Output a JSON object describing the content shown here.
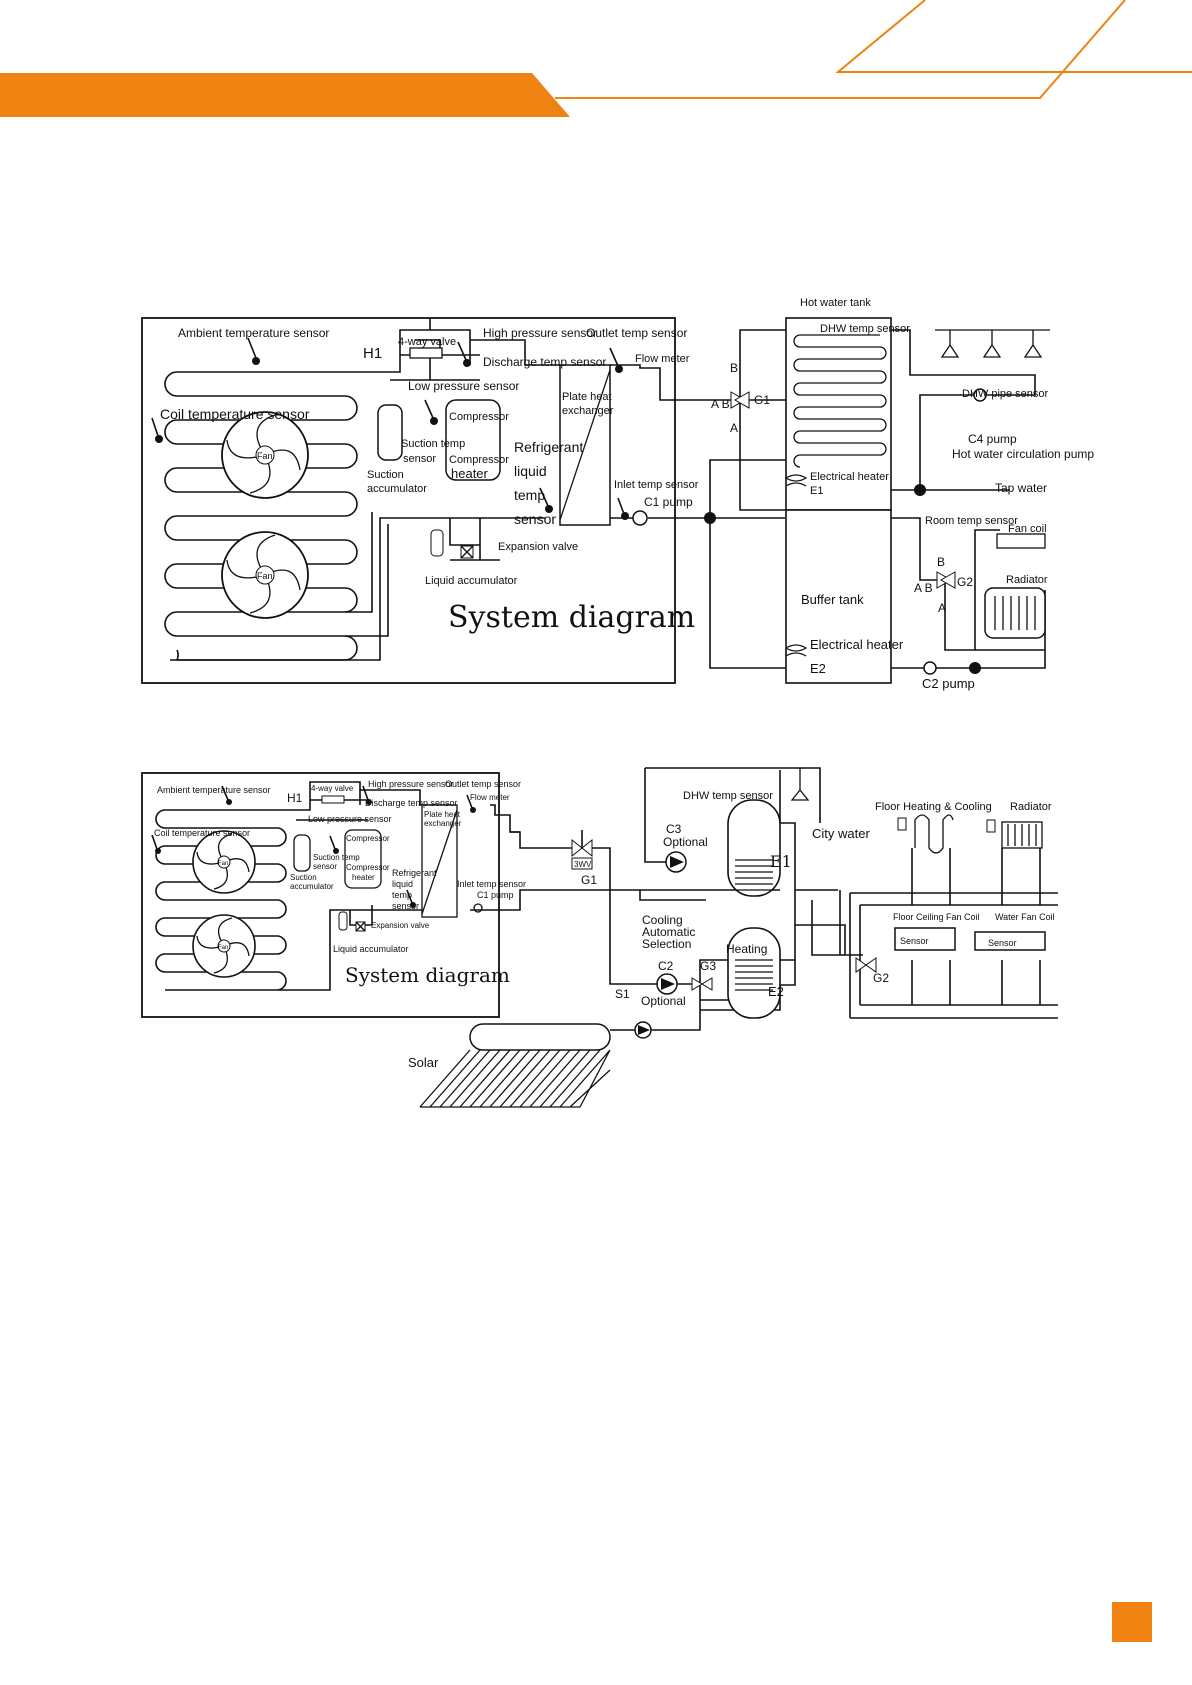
{
  "colors": {
    "accent": "#ef8210",
    "line": "#111111"
  },
  "diagram1": {
    "title": "System diagram",
    "labels": {
      "ambient": "Ambient temperature sensor",
      "h1": "H1",
      "four_way": "4-way valve",
      "high_pressure": "High pressure sensor",
      "outlet_temp": "Outlet temp sensor",
      "discharge": "Discharge temp sensor",
      "flow_meter": "Flow meter",
      "low_pressure": "Low pressure sensor",
      "coil_temp": "Coil temperature sensor",
      "compressor": "Compressor",
      "compressor_heater_1": "Compressor",
      "compressor_heater_2": "heater",
      "suction_temp_1": "Suction temp",
      "suction_temp_2": "sensor",
      "suction_acc_1": "Suction",
      "suction_acc_2": "accumulator",
      "plate_hx_1": "Plate heat",
      "plate_hx_2": "exchanger",
      "refrigerant_1": "Refrigerant",
      "refrigerant_2": "liquid",
      "refrigerant_3": "temp",
      "refrigerant_4": "sensor",
      "inlet_temp": "Inlet temp sensor",
      "c1_pump": "C1 pump",
      "expansion_valve": "Expansion valve",
      "liquid_acc": "Liquid accumulator",
      "fan": "Fan",
      "hot_water_tank": "Hot water tank",
      "dhw_temp": "DHW temp sensor",
      "b": "B",
      "ab": "A B",
      "g1": "G1",
      "a": "A",
      "dhw_pipe": "DHW pipe sensor",
      "c4_pump": "C4 pump",
      "hw_circ_pump": "Hot water circulation pump",
      "elec_heater_1": "Electrical heater",
      "e1": "E1",
      "tap_water": "Tap water",
      "room_temp": "Room temp sensor",
      "fan_coil": "Fan coil",
      "g2": "G2",
      "radiator": "Radiator",
      "buffer_tank": "Buffer tank",
      "elec_heater_2": "Electrical heater",
      "e2": "E2",
      "c2_pump": "C2 pump"
    }
  },
  "diagram2": {
    "title": "System diagram",
    "labels": {
      "ambient": "Ambient temperature sensor",
      "h1": "H1",
      "four_way": "4-way valve",
      "high_pressure": "High pressure sensor",
      "outlet_temp": "Outlet temp sensor",
      "flow_meter": "Flow meter",
      "discharge": "Discharge temp sensor",
      "low_pressure": "Low pressure sensor",
      "coil_temp": "Coil temperature sensor",
      "compressor": "Compressor",
      "compressor_heater_1": "Compressor",
      "compressor_heater_2": "heater",
      "suction_temp_1": "Suction temp",
      "suction_temp_2": "sensor",
      "suction_acc_1": "Suction",
      "suction_acc_2": "accumulator",
      "plate_hx_1": "Plate heat",
      "plate_hx_2": "exchanger",
      "refrigerant_1": "Refrigerant",
      "refrigerant_2": "liquid",
      "refrigerant_3": "temp",
      "refrigerant_4": "sensor",
      "inlet_temp": "Inlet temp sensor",
      "c1_pump": "C1 pump",
      "expansion_valve": "Expansion valve",
      "liquid_acc": "Liquid accumulator",
      "fan": "Fan",
      "threewv": "3WV",
      "g1": "G1",
      "dhw_temp": "DHW temp sensor",
      "c3": "C3",
      "optional_1": "Optional",
      "city_water": "City water",
      "e1": "E1",
      "cooling_1": "Cooling",
      "cooling_2": "Automatic",
      "cooling_3": "Selection",
      "c2": "C2",
      "g3": "G3",
      "s1": "S1",
      "optional_2": "Optional",
      "heating": "Heating",
      "e2": "E2",
      "floor_heating": "Floor Heating & Cooling",
      "radiator": "Radiator",
      "floor_ceiling": "Floor Ceiling Fan Coil",
      "water_fan_coil": "Water Fan Coil",
      "sensor_1": "Sensor",
      "sensor_2": "Sensor",
      "g2": "G2",
      "solar": "Solar"
    }
  }
}
